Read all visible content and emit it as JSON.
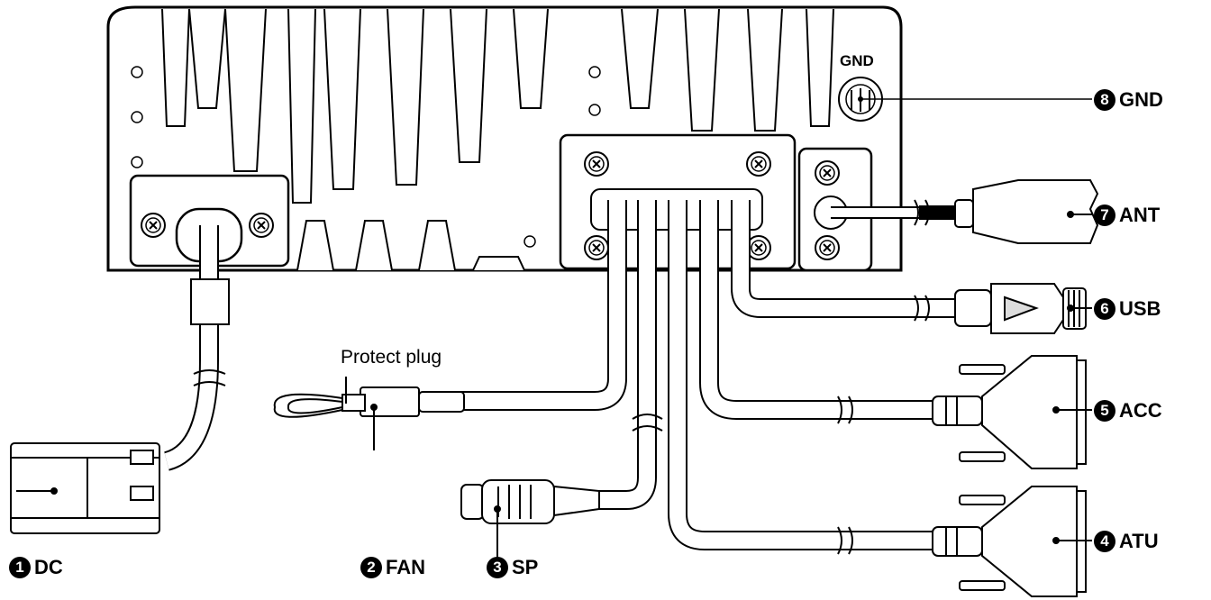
{
  "labels": {
    "dc": {
      "num": "1",
      "text": "DC"
    },
    "fan": {
      "num": "2",
      "text": "FAN"
    },
    "sp": {
      "num": "3",
      "text": "SP"
    },
    "atu": {
      "num": "4",
      "text": "ATU"
    },
    "acc": {
      "num": "5",
      "text": "ACC"
    },
    "usb": {
      "num": "6",
      "text": "USB"
    },
    "ant": {
      "num": "7",
      "text": "ANT"
    },
    "gnd": {
      "num": "8",
      "text": "GND"
    }
  },
  "protect_plug": "Protect plug",
  "gnd_marking": "GND"
}
